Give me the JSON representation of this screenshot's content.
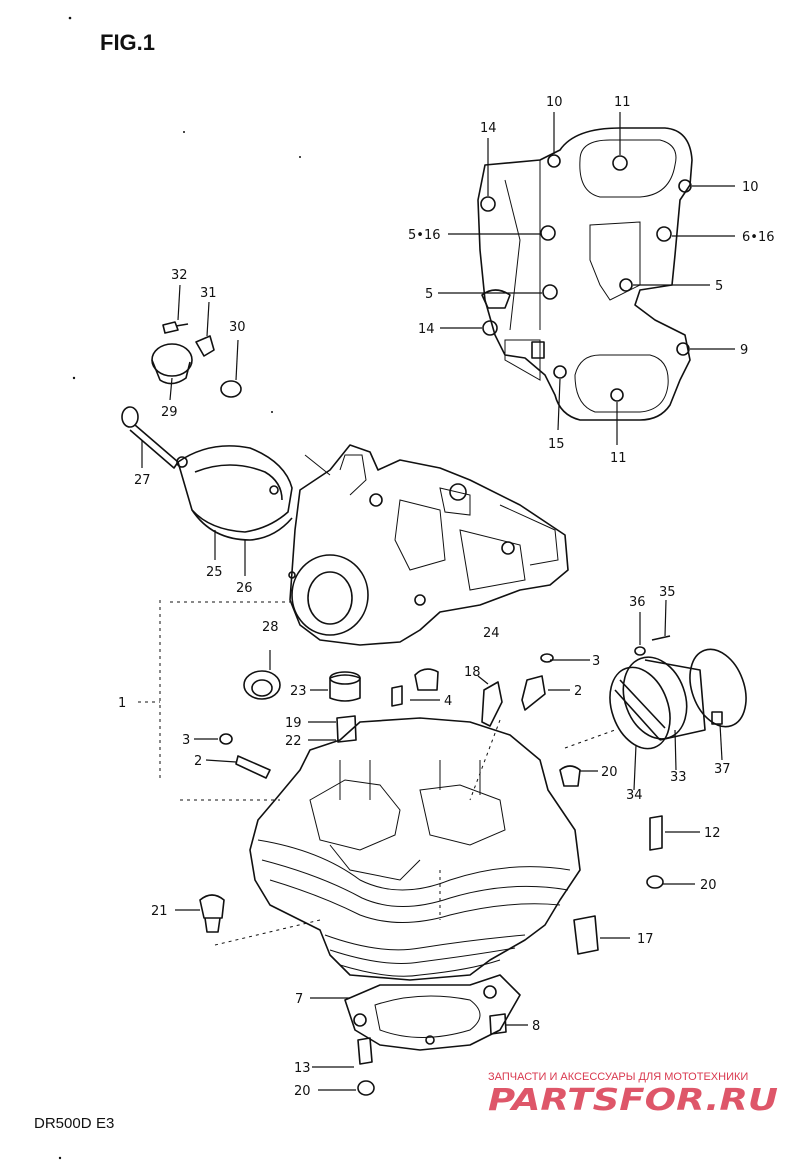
{
  "figure_title": "FIG.1",
  "model_code": "DR500D",
  "model_region": "E3",
  "watermark": {
    "tagline": "ЗАПЧАСТИ И АКСЕССУАРЫ ДЛЯ МОТОТЕХНИКИ",
    "brand": "PARTSFOR.RU",
    "color": "#d9394f"
  },
  "callouts": {
    "c11a": "11",
    "c10a": "10",
    "c14a": "14",
    "c10b": "10",
    "c5_16": "5•16",
    "c6_16": "6•16",
    "c5a": "5",
    "c5b": "5",
    "c14b": "14",
    "c9": "9",
    "c15": "15",
    "c11b": "11",
    "c32": "32",
    "c31": "31",
    "c30": "30",
    "c29": "29",
    "c27": "27",
    "c25": "25",
    "c26": "26",
    "c24": "24",
    "c28": "28",
    "c36": "36",
    "c35": "35",
    "c3a": "3",
    "c18": "18",
    "c2a": "2",
    "c1": "1",
    "c23": "23",
    "c4": "4",
    "c19": "19",
    "c22": "22",
    "c3b": "3",
    "c2b": "2",
    "c20a": "20",
    "c33": "33",
    "c37": "37",
    "c34": "34",
    "c12": "12",
    "c20b": "20",
    "c21": "21",
    "c17": "17",
    "c7": "7",
    "c8": "8",
    "c13": "13",
    "c20c": "20"
  }
}
